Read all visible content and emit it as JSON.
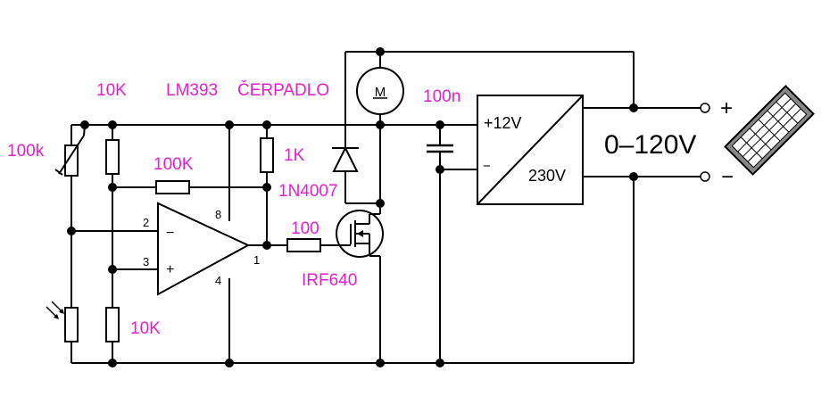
{
  "colors": {
    "wire": "#000000",
    "label": "#e020d0",
    "background": "#ffffff"
  },
  "labels": {
    "r_100k_pot": "100k",
    "r_10k_top": "10K",
    "r_10k_bottom": "10K",
    "r_100k_feedback": "100K",
    "r_1k": "1K",
    "r_100": "100",
    "ic": "LM393",
    "pump": "ČERPADLO",
    "diode": "1N4007",
    "mosfet": "IRF640",
    "capacitor": "100n"
  },
  "pins": {
    "inv": "2",
    "noninv": "3",
    "vcc": "8",
    "gnd": "4",
    "out": "1"
  },
  "opamp_signs": {
    "minus": "−",
    "plus": "+"
  },
  "motor_letter": "M",
  "converter": {
    "in_plus": "+12V",
    "in_minus": "−",
    "out": "230V"
  },
  "output_voltage": "0–120V",
  "terminals": {
    "plus": "+",
    "minus": "−"
  },
  "icons": {
    "solar": "solar-panel-icon",
    "motor": "motor-icon",
    "photoresistor": "photoresistor-icon"
  }
}
